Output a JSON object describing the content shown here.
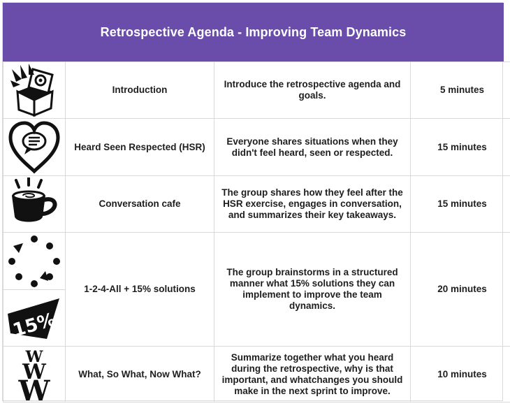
{
  "title": "Retrospective Agenda - Improving Team Dynamics",
  "colors": {
    "header_bg": "#6a4caa",
    "header_text": "#ffffff",
    "grid": "#d9d9d9"
  },
  "rows": [
    {
      "icon": "gift-box-icon",
      "activity": "Introduction",
      "description": "Introduce the retrospective agenda and goals.",
      "duration": "5 minutes"
    },
    {
      "icon": "heart-speech-icon",
      "activity": "Heard Seen Respected (HSR)",
      "description": "Everyone shares situations when they didn't feel heard, seen or respected.",
      "duration": "15 minutes"
    },
    {
      "icon": "coffee-cup-icon",
      "activity": "Conversation cafe",
      "description": "The group shares how they feel after the HSR exercise, engages in conversation, and summarizes their key takeaways.",
      "duration": "15 minutes"
    },
    {
      "icon": "dotted-cycle-icon",
      "icon2": "fifteen-percent-icon",
      "icon2_text": "15%",
      "activity": "1-2-4-All + 15% solutions",
      "description": "The group brainstorms in a structured manner what 15% solutions they can implement to improve the team dynamics.",
      "duration": "20 minutes"
    },
    {
      "icon": "www-icon",
      "icon_text": "W",
      "activity": "What, So What, Now What?",
      "description": "Summarize together what you heard during the retrospective, why is that important, and whatchanges you should make in the next sprint to improve.",
      "duration": "10 minutes"
    }
  ]
}
